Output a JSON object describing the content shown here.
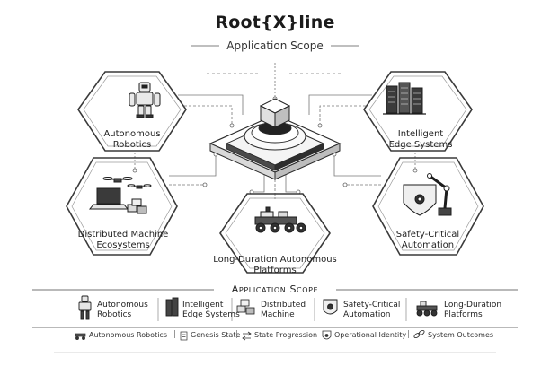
{
  "header": {
    "title": "Root{X}line",
    "subtitle": "Application Scope"
  },
  "nodes": {
    "robotics": {
      "line1": "Autonomous",
      "line2": "Robotics"
    },
    "edge": {
      "line1": "Intelligent",
      "line2": "Edge Systems"
    },
    "distributed": {
      "line1": "Distributed Machine",
      "line2": "Ecosystems"
    },
    "safety": {
      "line1": "Safety-Critical",
      "line2": "Automation"
    },
    "longduration": {
      "line1": "Long-Duration Autonomous",
      "line2": "Platforms"
    }
  },
  "scope_bar": {
    "heading": "Application Scope",
    "items": [
      {
        "line1": "Autonomous",
        "line2": "Robotics",
        "icon": "robot-icon"
      },
      {
        "line1": "Intelligent",
        "line2": "Edge Systems",
        "icon": "server-rack-icon"
      },
      {
        "line1": "Distributed",
        "line2": "Machine",
        "icon": "cubes-icon"
      },
      {
        "line1": "Safety-Critical",
        "line2": "Automation",
        "icon": "shield-gear-icon"
      },
      {
        "line1": "Long-Duration",
        "line2": "Platforms",
        "icon": "rover-icon"
      }
    ]
  },
  "footer": {
    "items": [
      {
        "label": "Autonomous Robotics",
        "icon": "rover-icon"
      },
      {
        "label": "Genesis State",
        "icon": "document-icon"
      },
      {
        "label": "State Progression",
        "icon": "arrows-icon"
      },
      {
        "label": "Operational Identity",
        "icon": "shield-icon"
      },
      {
        "label": "System Outcomes",
        "icon": "link-icon"
      }
    ]
  }
}
